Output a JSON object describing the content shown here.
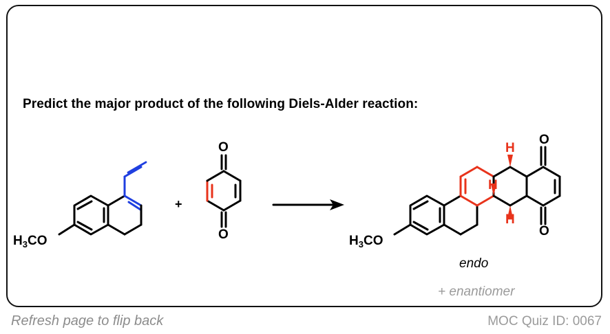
{
  "question": "Predict the major product of the following Diels-Alder reaction:",
  "reactant_diene": {
    "label_h": "H",
    "label_sub": "3",
    "label_co": "CO"
  },
  "plus_sign": "+",
  "dienophile": {
    "oxygen_top": "O",
    "oxygen_bottom": "O"
  },
  "product": {
    "label_h": "H",
    "label_sub": "3",
    "label_co": "CO",
    "oxygen_top": "O",
    "oxygen_bottom": "O",
    "hydrogens": [
      "H",
      "H",
      "H"
    ],
    "stereo_label": "endo",
    "note": "+ enantiomer"
  },
  "footer": {
    "left": "Refresh page to flip back",
    "right": "MOC Quiz ID: 0067"
  },
  "colors": {
    "diene_highlight": "#1f3fe0",
    "dienophile_highlight": "#e8331b",
    "bonds": "#000000",
    "muted_text": "#9a9a9a"
  }
}
